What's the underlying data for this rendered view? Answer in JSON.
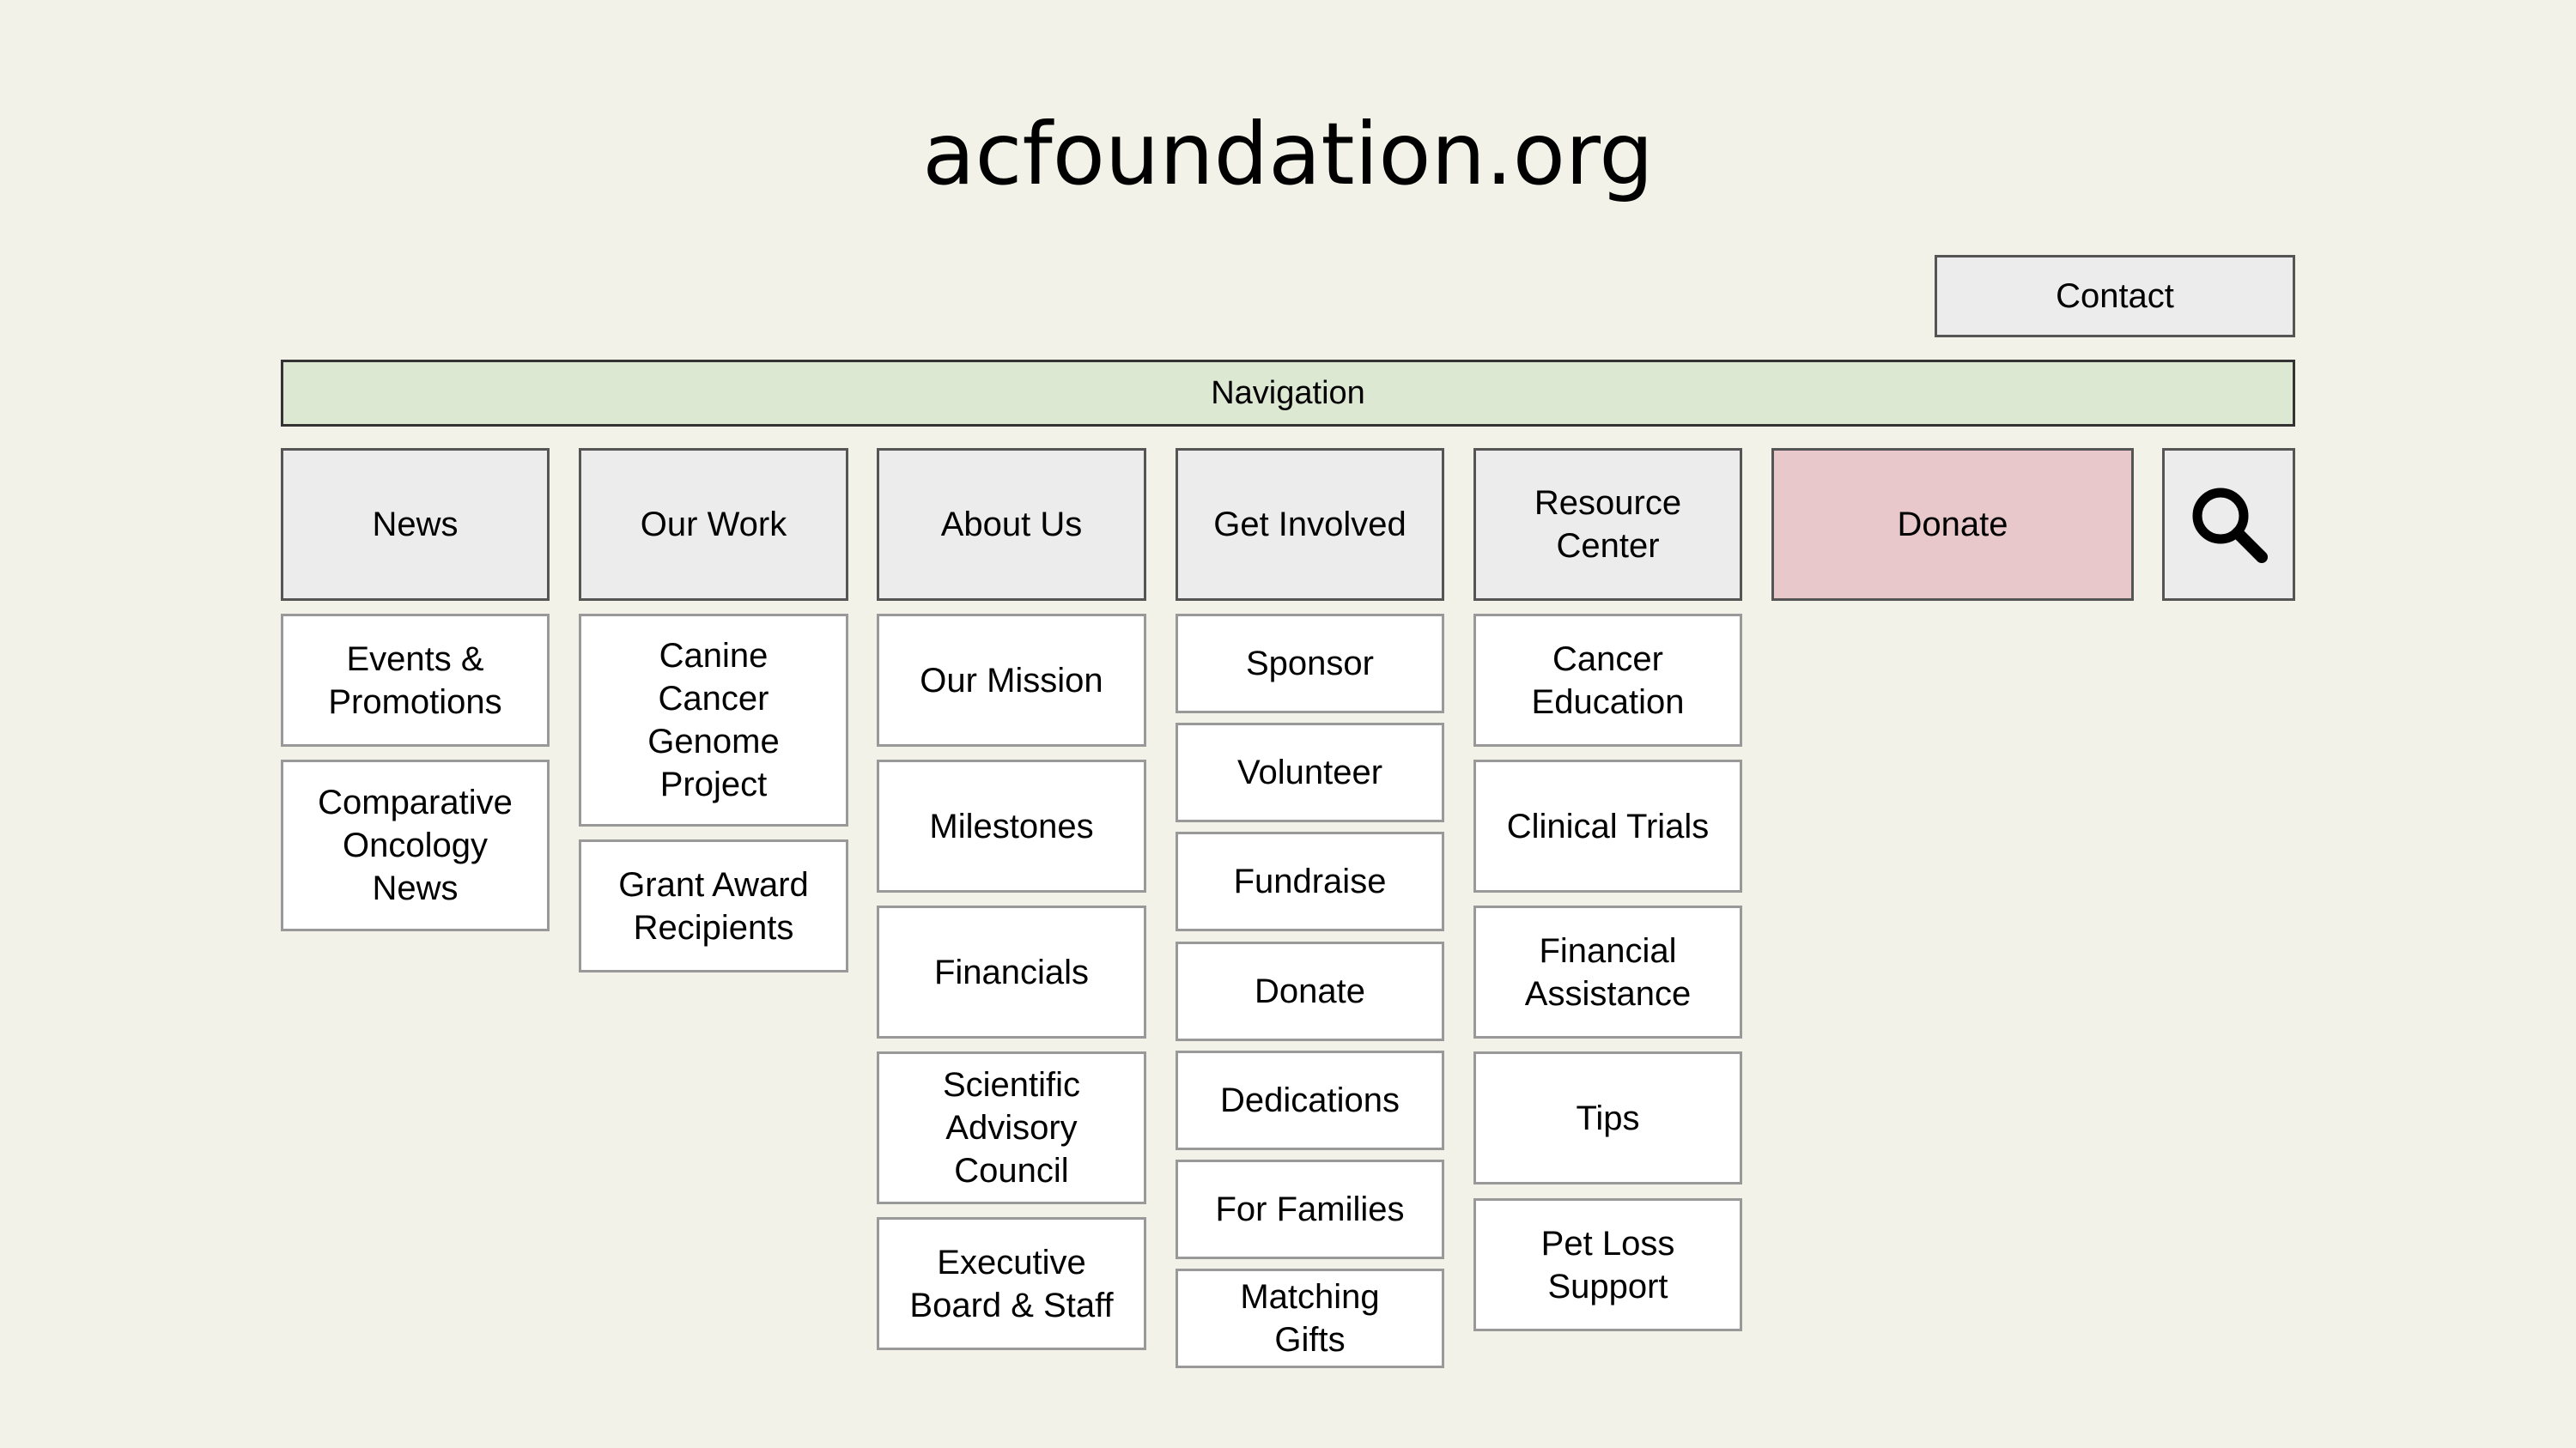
{
  "site_title": "acfoundation.org",
  "contact_label": "Contact",
  "nav_label": "Navigation",
  "search_icon": "magnifier",
  "colors": {
    "background": "#f2f2e8",
    "nav_bar": "#dde8d3",
    "top_item": "#ececec",
    "donate": "#e8c8cb",
    "sub_item": "#ffffff"
  },
  "menu": [
    {
      "label": "News",
      "items": [
        "Events &\nPromotions",
        "Comparative\nOncology\nNews"
      ]
    },
    {
      "label": "Our Work",
      "items": [
        "Canine\nCancer\nGenome\nProject",
        "Grant Award\nRecipients"
      ]
    },
    {
      "label": "About Us",
      "items": [
        "Our Mission",
        "Milestones",
        "Financials",
        "Scientific\nAdvisory\nCouncil",
        "Executive\nBoard & Staff"
      ]
    },
    {
      "label": "Get Involved",
      "items": [
        "Sponsor",
        "Volunteer",
        "Fundraise",
        "Donate",
        "Dedications",
        "For Families",
        "Matching\nGifts"
      ]
    },
    {
      "label": "Resource\nCenter",
      "items": [
        "Cancer\nEducation",
        "Clinical Trials",
        "Financial\nAssistance",
        "Tips",
        "Pet Loss\nSupport"
      ]
    },
    {
      "label": "Donate",
      "items": []
    }
  ]
}
